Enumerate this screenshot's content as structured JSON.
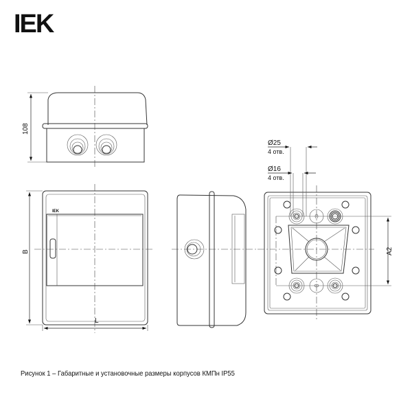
{
  "logo": {
    "text": "IEK"
  },
  "dimensions": {
    "height_label": "108",
    "width_label": "B",
    "length_label": "L",
    "mount_spacing_label": "A2",
    "hole_large_diameter": "Ø25",
    "hole_large_count": "4 отв.",
    "hole_small_diameter": "Ø16",
    "hole_small_count": "4 отв."
  },
  "caption": "Рисунок 1 – Габаритные и установочные размеры корпусов КМПн IP55"
}
